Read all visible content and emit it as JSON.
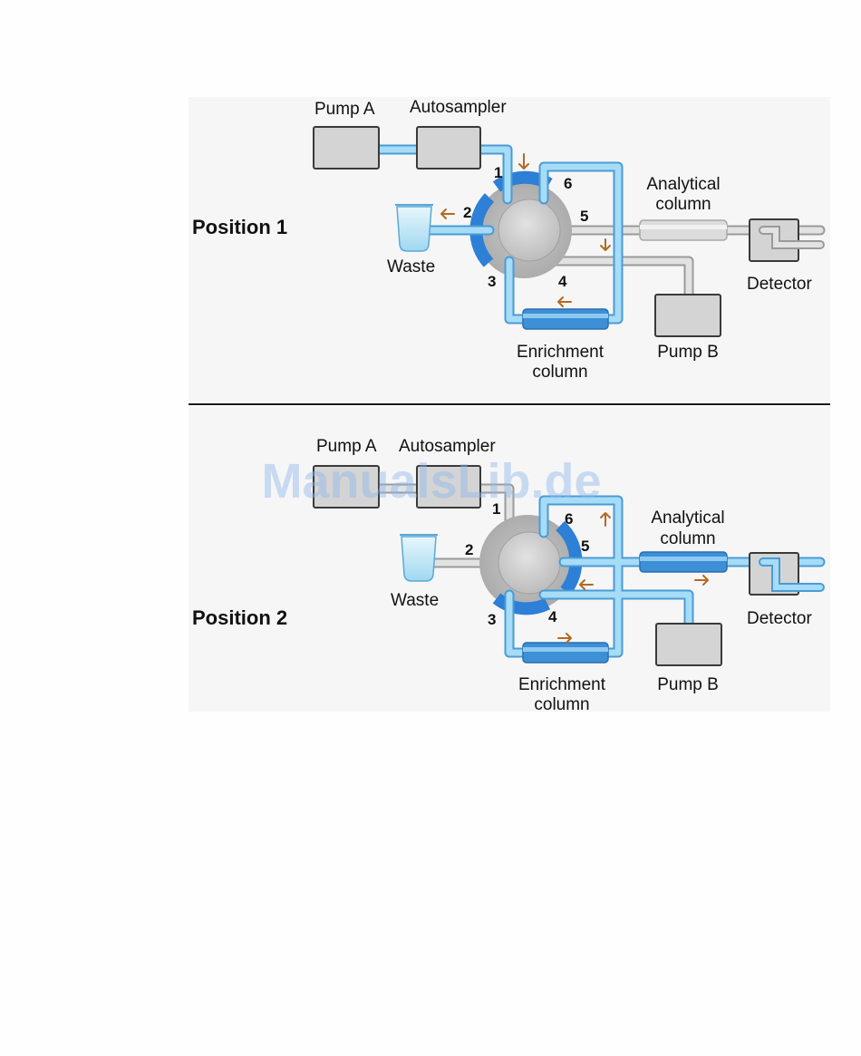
{
  "watermark": "ManualsLib.de",
  "panels": [
    {
      "position_label": "Position 1",
      "pump_a": "Pump A",
      "autosampler": "Autosampler",
      "waste": "Waste",
      "analytical_column_line1": "Analytical",
      "analytical_column_line2": "column",
      "detector": "Detector",
      "pump_b": "Pump B",
      "enrichment_column_line1": "Enrichment",
      "enrichment_column_line2": "column",
      "ports": [
        "1",
        "2",
        "3",
        "4",
        "5",
        "6"
      ]
    },
    {
      "position_label": "Position 2",
      "pump_a": "Pump A",
      "autosampler": "Autosampler",
      "waste": "Waste",
      "analytical_column_line1": "Analytical",
      "analytical_column_line2": "column",
      "detector": "Detector",
      "pump_b": "Pump B",
      "enrichment_column_line1": "Enrichment",
      "enrichment_column_line2": "column",
      "ports": [
        "1",
        "2",
        "3",
        "4",
        "5",
        "6"
      ]
    }
  ],
  "colors": {
    "active_tube": "#8ec9ef",
    "inactive_tube": "#d9d9d9",
    "valve_channel": "#2e7fd6",
    "flow_arrow": "#b36a20"
  }
}
